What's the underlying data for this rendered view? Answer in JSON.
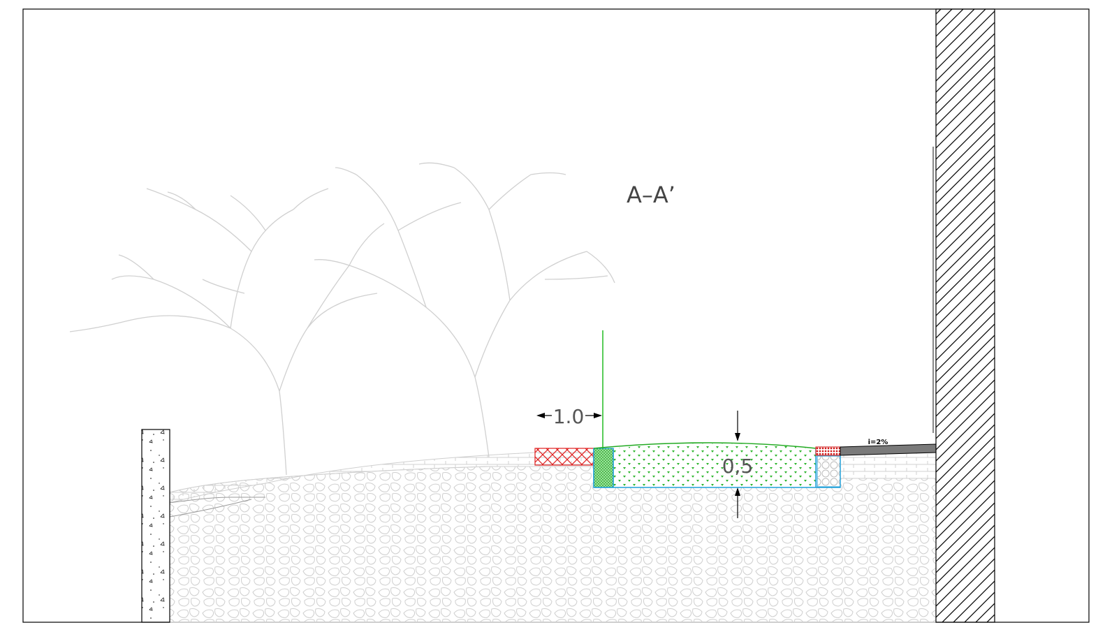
{
  "drawing": {
    "section_title": "A–A’",
    "dim_horizontal": "1.0",
    "dim_vertical": "0,5",
    "slope_label": "i=2%"
  },
  "colors": {
    "frame": "#000000",
    "ground_hatch": "#c8c8c8",
    "tree": "#cfcfcf",
    "planting_fill": "#2db52d",
    "planting_edge": "#22aa22",
    "basin_edge": "#1e9fd8",
    "red_hatch": "#e02020",
    "paving": "#7a7a7a",
    "wall_hatch": "#000000"
  }
}
